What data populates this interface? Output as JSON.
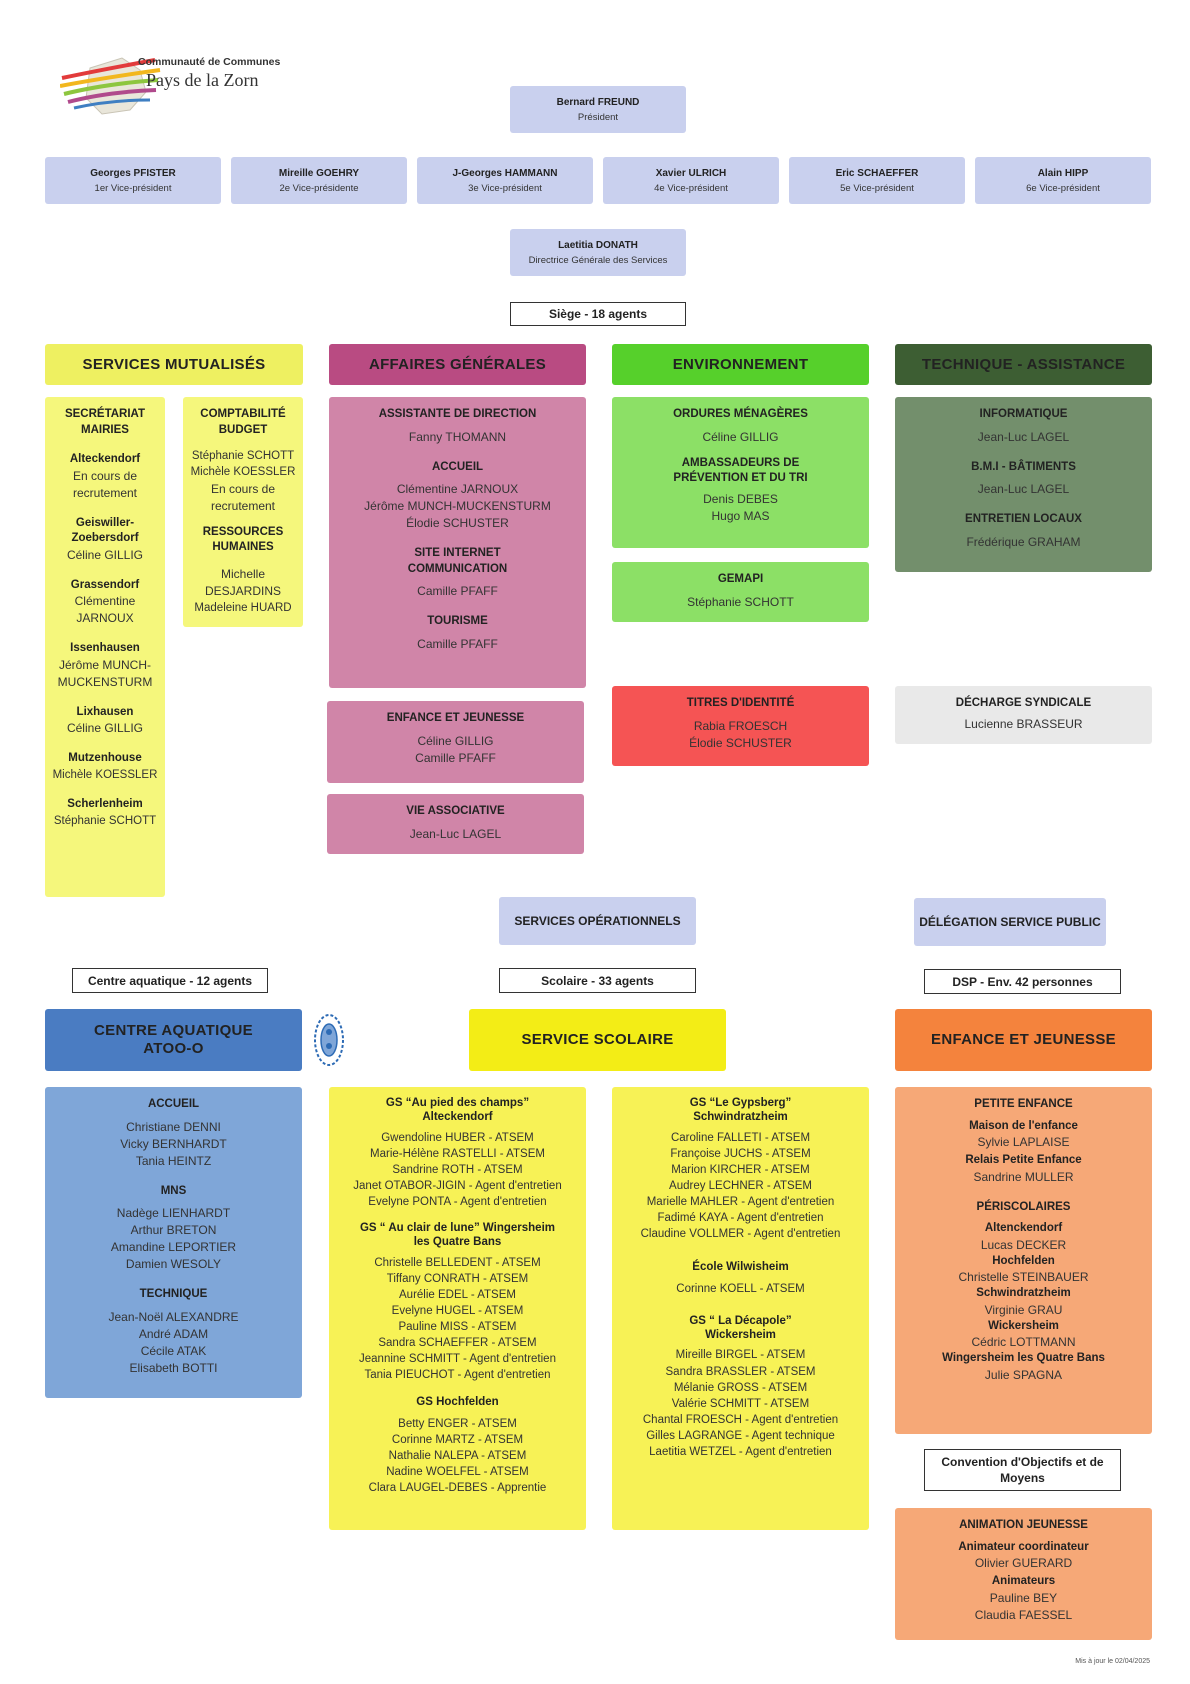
{
  "logo": {
    "line1": "Communauté de Communes",
    "line2": "Pays de la Zorn"
  },
  "president": {
    "name": "Bernard FREUND",
    "role": "Président"
  },
  "vice_presidents": [
    {
      "name": "Georges PFISTER",
      "role": "1er Vice-président"
    },
    {
      "name": "Mireille GOEHRY",
      "role": "2e Vice-présidente"
    },
    {
      "name": "J-Georges HAMMANN",
      "role": "3e Vice-président"
    },
    {
      "name": "Xavier ULRICH",
      "role": "4e Vice-président"
    },
    {
      "name": "Eric SCHAEFFER",
      "role": "5e Vice-président"
    },
    {
      "name": "Alain HIPP",
      "role": "6e Vice-président"
    }
  ],
  "dgs": {
    "name": "Laetitia DONATH",
    "role": "Directrice Générale des Services"
  },
  "siege": "Siège - 18 agents",
  "categories": {
    "mutualises": "SERVICES MUTUALISÉS",
    "affaires": "AFFAIRES GÉNÉRALES",
    "environnement": "ENVIRONNEMENT",
    "technique": "TECHNIQUE - ASSISTANCE"
  },
  "secretariat": {
    "title": "SECRÉTARIAT MAIRIES",
    "communes": [
      {
        "name": "Alteckendorf",
        "staff": "En cours de recrutement"
      },
      {
        "name": "Geiswiller-Zoebersdorf",
        "staff": "Céline GILLIG"
      },
      {
        "name": "Grassendorf",
        "staff": "Clémentine JARNOUX"
      },
      {
        "name": "Issenhausen",
        "staff": "Jérôme MUNCH-MUCKENSTURM"
      },
      {
        "name": "Lixhausen",
        "staff": "Céline GILLIG"
      },
      {
        "name": "Mutzenhouse",
        "staff": "Michèle KOESSLER"
      },
      {
        "name": "Scherlenheim",
        "staff": "Stéphanie SCHOTT"
      }
    ]
  },
  "compta": {
    "title": "COMPTABILITÉ BUDGET",
    "staff1": "Stéphanie SCHOTT",
    "staff2": "Michèle KOESSLER",
    "staff3": "En cours de recrutement",
    "rh_title": "RESSOURCES HUMAINES",
    "rh1": "Michelle DESJARDINS",
    "rh2": "Madeleine HUARD"
  },
  "ag_main": {
    "assistante_title": "ASSISTANTE DE DIRECTION",
    "assistante": "Fanny THOMANN",
    "accueil_title": "ACCUEIL",
    "accueil1": "Clémentine JARNOUX",
    "accueil2": "Jérôme MUNCH-MUCKENSTURM",
    "accueil3": "Élodie SCHUSTER",
    "site_title": "SITE INTERNET COMMUNICATION",
    "site": "Camille PFAFF",
    "tourisme_title": "TOURISME",
    "tourisme": "Camille PFAFF"
  },
  "ag_enfance": {
    "title": "ENFANCE ET JEUNESSE",
    "p1": "Céline GILLIG",
    "p2": "Camille PFAFF"
  },
  "ag_vie": {
    "title": "VIE ASSOCIATIVE",
    "p1": "Jean-Luc LAGEL"
  },
  "env_om": {
    "title": "ORDURES MÉNAGÈRES",
    "p1": "Céline GILLIG",
    "amb_title": "AMBASSADEURS DE PRÉVENTION ET DU TRI",
    "amb1": "Denis DEBES",
    "amb2": "Hugo MAS"
  },
  "env_gemapi": {
    "title": "GEMAPI",
    "p1": "Stéphanie SCHOTT"
  },
  "titres": {
    "title": "TITRES D'IDENTITÉ",
    "p1": "Rabia FROESCH",
    "p2": "Élodie SCHUSTER"
  },
  "tech": {
    "info_title": "INFORMATIQUE",
    "info": "Jean-Luc LAGEL",
    "bmi_title": "B.M.I - BÂTIMENTS",
    "bmi": "Jean-Luc LAGEL",
    "ent_title": "ENTRETIEN LOCAUX",
    "ent": "Frédérique GRAHAM"
  },
  "decharge": {
    "title": "DÉCHARGE SYNDICALE",
    "p1": "Lucienne BRASSEUR"
  },
  "services_op": "SERVICES OPÉRATIONNELS",
  "dsp_label": "DÉLÉGATION SERVICE PUBLIC",
  "counts": {
    "aquatique": "Centre aquatique - 12 agents",
    "scolaire": "Scolaire - 33 agents",
    "dsp": "DSP - Env. 42 personnes"
  },
  "aquatique": {
    "header": "CENTRE AQUATIQUE ATOO-O",
    "accueil_title": "ACCUEIL",
    "accueil": [
      "Christiane DENNI",
      "Vicky BERNHARDT",
      "Tania HEINTZ"
    ],
    "mns_title": "MNS",
    "mns": [
      "Nadège LIENHARDT",
      "Arthur BRETON",
      "Amandine LEPORTIER",
      "Damien WESOLY"
    ],
    "tech_title": "TECHNIQUE",
    "tech": [
      "Jean-Noël ALEXANDRE",
      "André ADAM",
      "Cécile ATAK",
      "Elisabeth BOTTI"
    ]
  },
  "scolaire_header": "SERVICE SCOLAIRE",
  "scolaire_left": {
    "g1_title": "GS “Au pied des champs” Alteckendorf",
    "g1": [
      "Gwendoline HUBER - ATSEM",
      "Marie-Hélène RASTELLI - ATSEM",
      "Sandrine ROTH - ATSEM",
      "Janet OTABOR-JIGIN - Agent d'entretien",
      "Evelyne PONTA - Agent d'entretien"
    ],
    "g2_title": "GS “ Au clair de lune” Wingersheim les Quatre Bans",
    "g2": [
      "Christelle BELLEDENT - ATSEM",
      "Tiffany CONRATH - ATSEM",
      "Aurélie EDEL - ATSEM",
      "Evelyne HUGEL - ATSEM",
      "Pauline MISS - ATSEM",
      "Sandra SCHAEFFER - ATSEM",
      "Jeannine SCHMITT - Agent d'entretien",
      "Tania PIEUCHOT - Agent d'entretien"
    ],
    "g3_title": "GS Hochfelden",
    "g3": [
      "Betty ENGER - ATSEM",
      "Corinne MARTZ - ATSEM",
      "Nathalie NALEPA - ATSEM",
      "Nadine WOELFEL - ATSEM",
      "Clara LAUGEL-DEBES - Apprentie"
    ]
  },
  "scolaire_right": {
    "g1_title": "GS “Le Gypsberg” Schwindratzheim",
    "g1": [
      "Caroline FALLETI - ATSEM",
      "Françoise JUCHS - ATSEM",
      "Marion KIRCHER - ATSEM",
      "Audrey LECHNER - ATSEM",
      "Marielle MAHLER - Agent d'entretien",
      "Fadimé KAYA - Agent d'entretien",
      "Claudine VOLLMER - Agent d'entretien"
    ],
    "g2_title": "École Wilwisheim",
    "g2": [
      "Corinne KOELL - ATSEM"
    ],
    "g3_title": "GS “ La Décapole” Wickersheim",
    "g3": [
      "Mireille BIRGEL - ATSEM",
      "Sandra BRASSLER - ATSEM",
      "Mélanie GROSS - ATSEM",
      "Valérie SCHMITT - ATSEM",
      "Chantal FROESCH - Agent d'entretien",
      "Gilles LAGRANGE - Agent technique",
      "Laetitia WETZEL - Agent d'entretien"
    ]
  },
  "enfance": {
    "header": "ENFANCE ET JEUNESSE",
    "pe_title": "PETITE ENFANCE",
    "maison_title": "Maison de l'enfance",
    "maison": "Sylvie LAPLAISE",
    "relais_title": "Relais Petite Enfance",
    "relais": "Sandrine MULLER",
    "peri_title": "PÉRISCOLAIRES",
    "peri": [
      {
        "site": "Altenckendorf",
        "staff": "Lucas DECKER"
      },
      {
        "site": "Hochfelden",
        "staff": "Christelle STEINBAUER"
      },
      {
        "site": "Schwindratzheim",
        "staff": "Virginie GRAU"
      },
      {
        "site": "Wickersheim",
        "staff": "Cédric LOTTMANN"
      },
      {
        "site": "Wingersheim les Quatre Bans",
        "staff": "Julie SPAGNA"
      }
    ]
  },
  "convention": "Convention d'Objectifs et de Moyens",
  "animation": {
    "title": "ANIMATION JEUNESSE",
    "coord_title": "Animateur coordinateur",
    "coord": "Olivier GUERARD",
    "anim_title": "Animateurs",
    "anim1": "Pauline BEY",
    "anim2": "Claudia FAESSEL"
  },
  "footer": "Mis à jour le 02/04/2025",
  "colors": {
    "board": "#c9d0ee",
    "mutualises": "#eef061",
    "mutualises_panel": "#f5f77c",
    "affaires": "#b94b82",
    "affaires_panel": "#d085a8",
    "environnement": "#56d02b",
    "environnement_panel": "#8ce066",
    "technique": "#3d5e33",
    "technique_panel": "#738f6c",
    "titres": "#f55454",
    "decharge": "#e9e9e9",
    "aquatique": "#4a7cc2",
    "aquatique_panel": "#7fa6d8",
    "scolaire": "#f3ed16",
    "scolaire_panel": "#f7f256",
    "enfance": "#f4833d",
    "enfance_panel": "#f6a877"
  }
}
